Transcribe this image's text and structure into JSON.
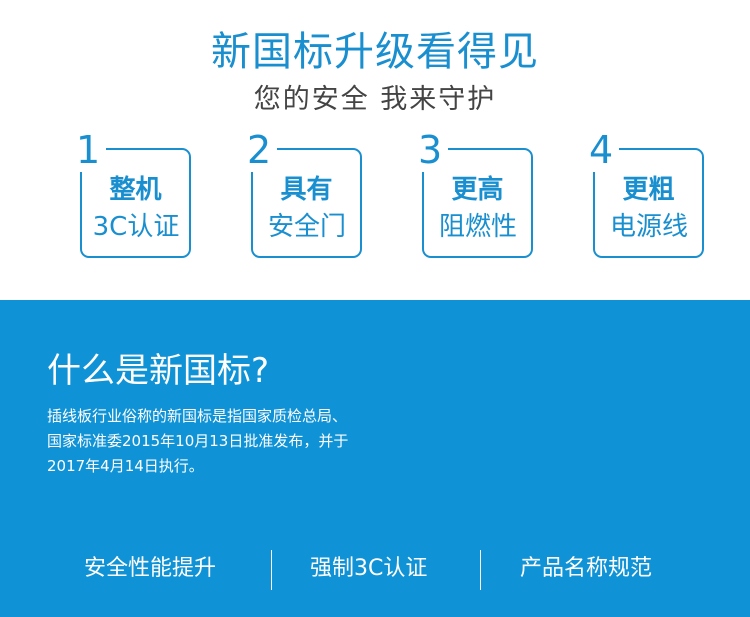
{
  "header": {
    "title": "新国标升级看得见",
    "subtitle": "您的安全  我来守护"
  },
  "features": [
    {
      "number": "1",
      "line1": "整机",
      "line2": "3C认证"
    },
    {
      "number": "2",
      "line1": "具有",
      "line2": "安全门"
    },
    {
      "number": "3",
      "line1": "更高",
      "line2": "阻燃性"
    },
    {
      "number": "4",
      "line1": "更粗",
      "line2": "电源线"
    }
  ],
  "info": {
    "question": "什么是新国标?",
    "description_lines": [
      "插线板行业俗称的新国标是指国家质检总局、",
      "国家标准委2015年10月13日批准发布，并于",
      "2017年4月14日执行。"
    ]
  },
  "tags": [
    "安全性能提升",
    "强制3C认证",
    "产品名称规范"
  ],
  "colors": {
    "accent": "#1a8fd0",
    "band": "#1093d6",
    "text_dark": "#444444"
  }
}
